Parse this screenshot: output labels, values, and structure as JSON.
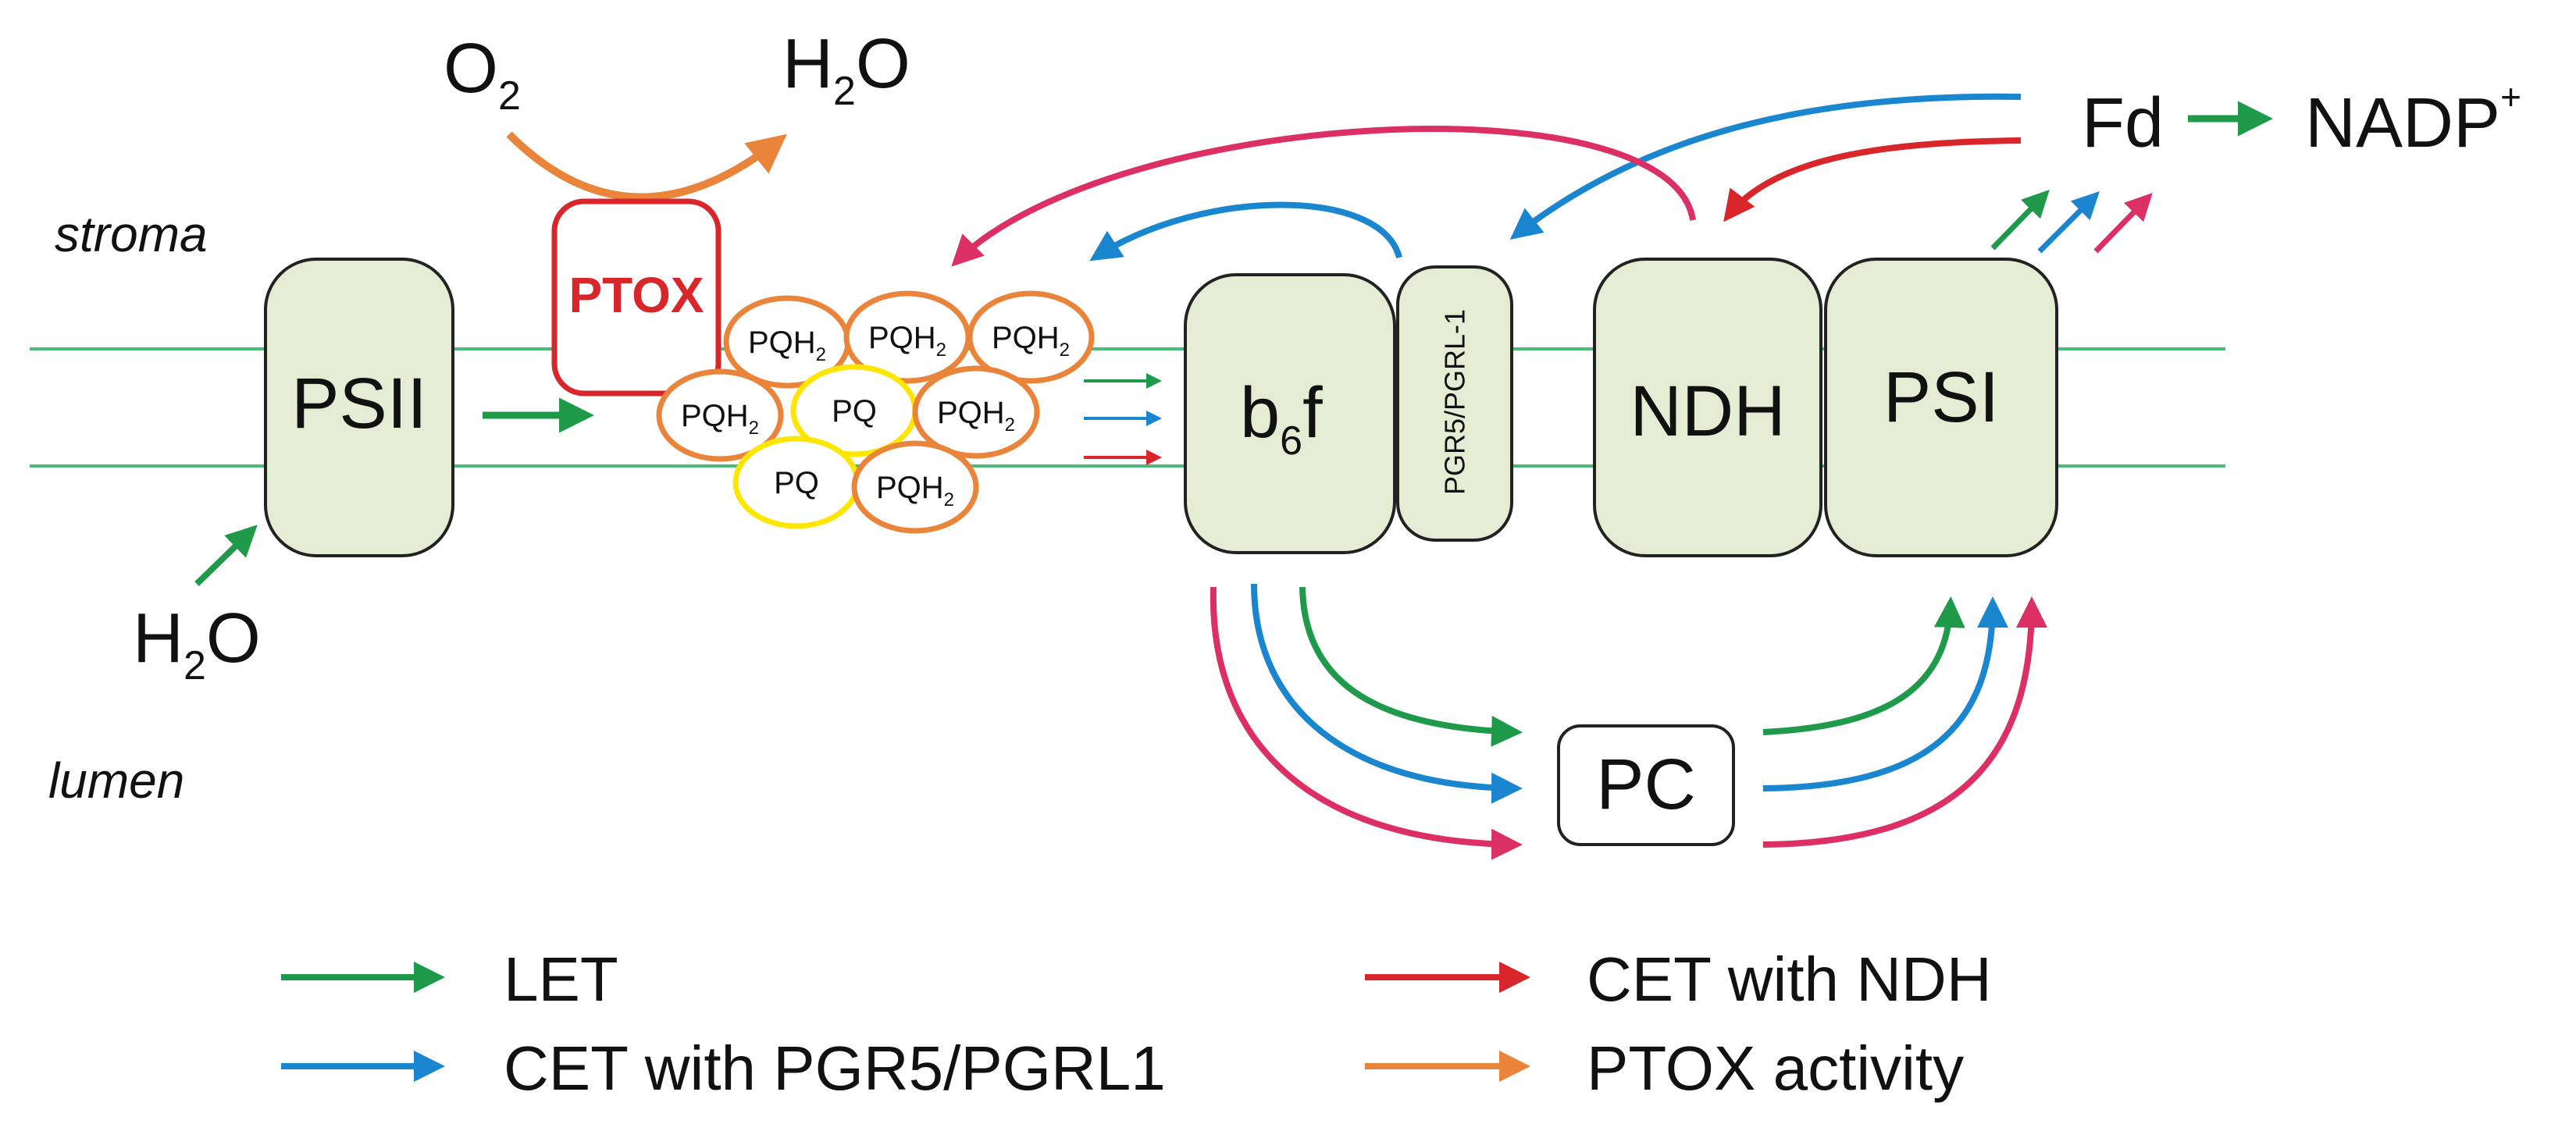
{
  "regions": {
    "stroma": "stroma",
    "lumen": "lumen"
  },
  "complexes": {
    "psii": "PSII",
    "ptox": "PTOX",
    "b6f_base": "b",
    "b6f_sub": "6",
    "b6f_tail": "f",
    "pgr5": "PGR5/PGRL-1",
    "ndh": "NDH",
    "psi": "PSI",
    "pc": "PC"
  },
  "molecules": {
    "o2_base": "O",
    "o2_sub": "2",
    "h2o_base": "H",
    "h2o_sub": "2",
    "h2o_tail": "O",
    "fd": "Fd",
    "nadp": "NADP",
    "nadp_sup": "+",
    "pq": "PQ",
    "pqh2_base": "PQH",
    "pqh2_sub": "2"
  },
  "legend": [
    {
      "label": "LET",
      "color": "#1e9a4a"
    },
    {
      "label": "CET with PGR5/PGRL1",
      "color": "#1a86d0"
    },
    {
      "label": "CET with NDH",
      "color": "#d9262b"
    },
    {
      "label": "PTOX activity",
      "color": "#e9843a"
    }
  ],
  "colors": {
    "let": "#1e9a4a",
    "cet_pgr5": "#1a86d0",
    "cet_ndh": "#d9262b",
    "cet_ndh_pink": "#dc2f63",
    "ptox": "#e9843a",
    "ptox_box": "#d9262b",
    "membrane": "#4cbb79",
    "complex_fill": "#e4ecd4",
    "pq_ring": "#ffe600",
    "pqh2_ring": "#e9843a"
  }
}
